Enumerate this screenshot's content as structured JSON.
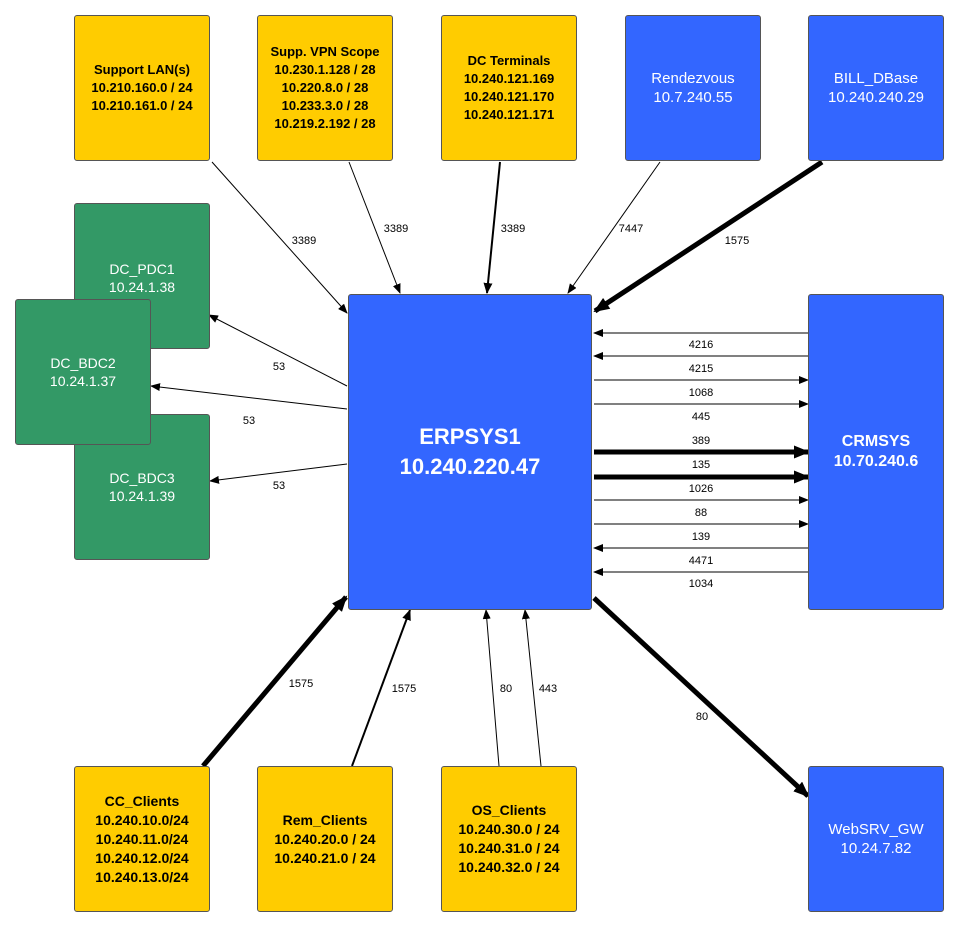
{
  "diagram": {
    "center": {
      "name": "ERPSYS1",
      "address": "10.240.220.47"
    },
    "top_nodes": [
      {
        "id": "support",
        "title": "Support LAN(s)",
        "lines": [
          "10.210.160.0 / 24",
          "10.210.161.0 / 24"
        ]
      },
      {
        "id": "vpn",
        "title": "Supp. VPN Scope",
        "lines": [
          "10.230.1.128 / 28",
          "10.220.8.0 / 28",
          "10.233.3.0 / 28",
          "10.219.2.192 / 28"
        ]
      },
      {
        "id": "dcterm",
        "title": "DC Terminals",
        "lines": [
          "10.240.121.169",
          "10.240.121.170",
          "10.240.121.171"
        ]
      },
      {
        "id": "rendezvous",
        "title": "Rendezvous",
        "lines": [
          "10.7.240.55"
        ]
      },
      {
        "id": "billdb",
        "title": "BILL_DBase",
        "lines": [
          "10.240.240.29"
        ]
      }
    ],
    "dc_nodes": [
      {
        "id": "pdc1",
        "title": "DC_PDC1",
        "lines": [
          "10.24.1.38"
        ]
      },
      {
        "id": "bdc2",
        "title": "DC_BDC2",
        "lines": [
          "10.24.1.37"
        ]
      },
      {
        "id": "bdc3",
        "title": "DC_BDC3",
        "lines": [
          "10.24.1.39"
        ]
      }
    ],
    "crm": {
      "title": "CRMSYS",
      "lines": [
        "10.70.240.6"
      ]
    },
    "bottom_nodes": [
      {
        "id": "cc",
        "title": "CC_Clients",
        "lines": [
          "10.240.10.0/24",
          "10.240.11.0/24",
          "10.240.12.0/24",
          "10.240.13.0/24"
        ]
      },
      {
        "id": "rem",
        "title": "Rem_Clients",
        "lines": [
          "10.240.20.0 / 24",
          "10.240.21.0 / 24"
        ]
      },
      {
        "id": "os",
        "title": "OS_Clients",
        "lines": [
          "10.240.30.0 / 24",
          "10.240.31.0 / 24",
          "10.240.32.0 / 24"
        ]
      }
    ],
    "websrv": {
      "title": "WebSRV_GW",
      "lines": [
        "10.24.7.82"
      ]
    },
    "edges": [
      {
        "from": "support",
        "to": "center",
        "port": "3389",
        "weight": "thin"
      },
      {
        "from": "vpn",
        "to": "center",
        "port": "3389",
        "weight": "thin"
      },
      {
        "from": "dcterm",
        "to": "center",
        "port": "3389",
        "weight": "medium"
      },
      {
        "from": "rendezvous",
        "to": "center",
        "port": "7447",
        "weight": "thin"
      },
      {
        "from": "billdb",
        "to": "center",
        "port": "1575",
        "weight": "thick"
      },
      {
        "from": "center",
        "to": "pdc1",
        "port": "53",
        "weight": "thin"
      },
      {
        "from": "center",
        "to": "bdc2",
        "port": "53",
        "weight": "thin"
      },
      {
        "from": "center",
        "to": "bdc3",
        "port": "53",
        "weight": "thin"
      },
      {
        "from": "crm",
        "to": "center",
        "port": "4216",
        "weight": "thin"
      },
      {
        "from": "crm",
        "to": "center",
        "port": "4215",
        "weight": "thin"
      },
      {
        "from": "center",
        "to": "crm",
        "port": "1068",
        "weight": "thin"
      },
      {
        "from": "center",
        "to": "crm",
        "port": "445",
        "weight": "thin"
      },
      {
        "from": "center",
        "to": "crm",
        "port": "389",
        "weight": "thick"
      },
      {
        "from": "center",
        "to": "crm",
        "port": "135",
        "weight": "thick"
      },
      {
        "from": "center",
        "to": "crm",
        "port": "1026",
        "weight": "thin"
      },
      {
        "from": "center",
        "to": "crm",
        "port": "88",
        "weight": "thin"
      },
      {
        "from": "crm",
        "to": "center",
        "port": "139",
        "weight": "thin"
      },
      {
        "from": "crm",
        "to": "center",
        "port": "4471",
        "weight": "thin"
      },
      {
        "from": "crm",
        "to": "center",
        "port": "1034",
        "weight": "thin"
      },
      {
        "from": "cc",
        "to": "center",
        "port": "1575",
        "weight": "thick"
      },
      {
        "from": "rem",
        "to": "center",
        "port": "1575",
        "weight": "medium"
      },
      {
        "from": "os",
        "to": "center",
        "port": "80",
        "weight": "thin"
      },
      {
        "from": "os",
        "to": "center",
        "port": "443",
        "weight": "thin"
      },
      {
        "from": "center",
        "to": "websrv",
        "port": "80",
        "weight": "thick"
      }
    ],
    "colors": {
      "yellow": "#FFCC00",
      "blue": "#3366FF",
      "green": "#339966",
      "edge": "#000000"
    }
  }
}
